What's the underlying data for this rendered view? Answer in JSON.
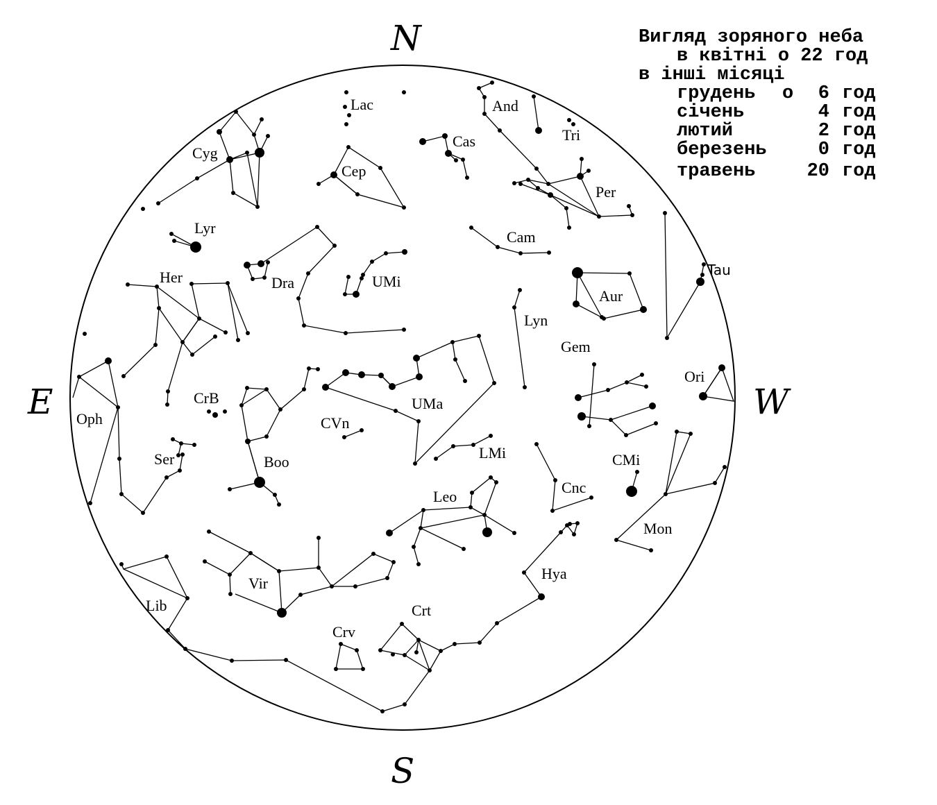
{
  "title": "Вигляд зоряного неба",
  "subtitle": "в квітні о 22 год",
  "other_months_heading": "в інші місяці",
  "schedule": [
    {
      "month": "грудень",
      "at": "о",
      "hour": "6",
      "unit": "год"
    },
    {
      "month": "січень",
      "at": "",
      "hour": "4",
      "unit": "год"
    },
    {
      "month": "лютий",
      "at": "",
      "hour": "2",
      "unit": "год"
    },
    {
      "month": "березень",
      "at": "",
      "hour": "0",
      "unit": "год"
    },
    {
      "month": "травень",
      "at": "",
      "hour": "20",
      "unit": "год"
    }
  ],
  "directions": {
    "north": "N",
    "south": "S",
    "east": "E",
    "west": "W"
  },
  "constellations": {
    "lac": "Lac",
    "and": "And",
    "tri": "Tri",
    "cas": "Cas",
    "cyg": "Cyg",
    "cep": "Cep",
    "per": "Per",
    "lyr": "Lyr",
    "cam": "Cam",
    "her": "Her",
    "dra": "Dra",
    "umi": "UMi",
    "tau": "Tau",
    "aur": "Aur",
    "lyn": "Lyn",
    "gem": "Gem",
    "ori": "Ori",
    "crb": "CrB",
    "uma": "UMa",
    "oph": "Oph",
    "cvn": "CVn",
    "ser": "Ser",
    "lmi": "LMi",
    "boo": "Boo",
    "cmi": "CMi",
    "cnc": "Cnc",
    "leo": "Leo",
    "mon": "Mon",
    "vir": "Vir",
    "hya": "Hya",
    "crt": "Crt",
    "lib": "Lib",
    "crv": "Crv"
  }
}
